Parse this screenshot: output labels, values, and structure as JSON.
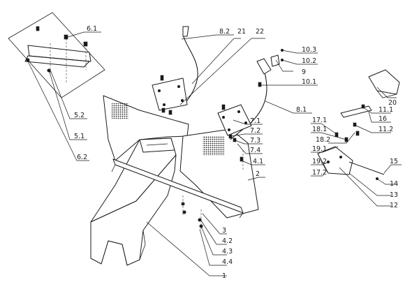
{
  "labels": {
    "l_6_1": "6.1",
    "l_5_2": "5.2",
    "l_5_1": "5.1",
    "l_6_2": "6.2",
    "l_8_2": "8.2",
    "l_21": "21",
    "l_22": "22",
    "l_10_3": "10.3",
    "l_10_2": "10.2",
    "l_9": "9",
    "l_10_1": "10.1",
    "l_8_1": "8.1",
    "l_7_1": "7.1",
    "l_7_2": "7.2",
    "l_7_3": "7.3",
    "l_7_4": "7.4",
    "l_4_1": "4.1",
    "l_2": "2",
    "l_3": "3",
    "l_4_2": "4.2",
    "l_4_3": "4.3",
    "l_4_4": "4.4",
    "l_1": "1",
    "l_20": "20",
    "l_11_1": "11.1",
    "l_16": "16",
    "l_11_2": "11.2",
    "l_17_1": "17.1",
    "l_18_1": "18.1",
    "l_18_2": "18.2",
    "l_19_1": "19.1",
    "l_19_2": "19.2",
    "l_17_2": "17.2",
    "l_15": "15",
    "l_14": "14",
    "l_13": "13",
    "l_12": "12"
  }
}
